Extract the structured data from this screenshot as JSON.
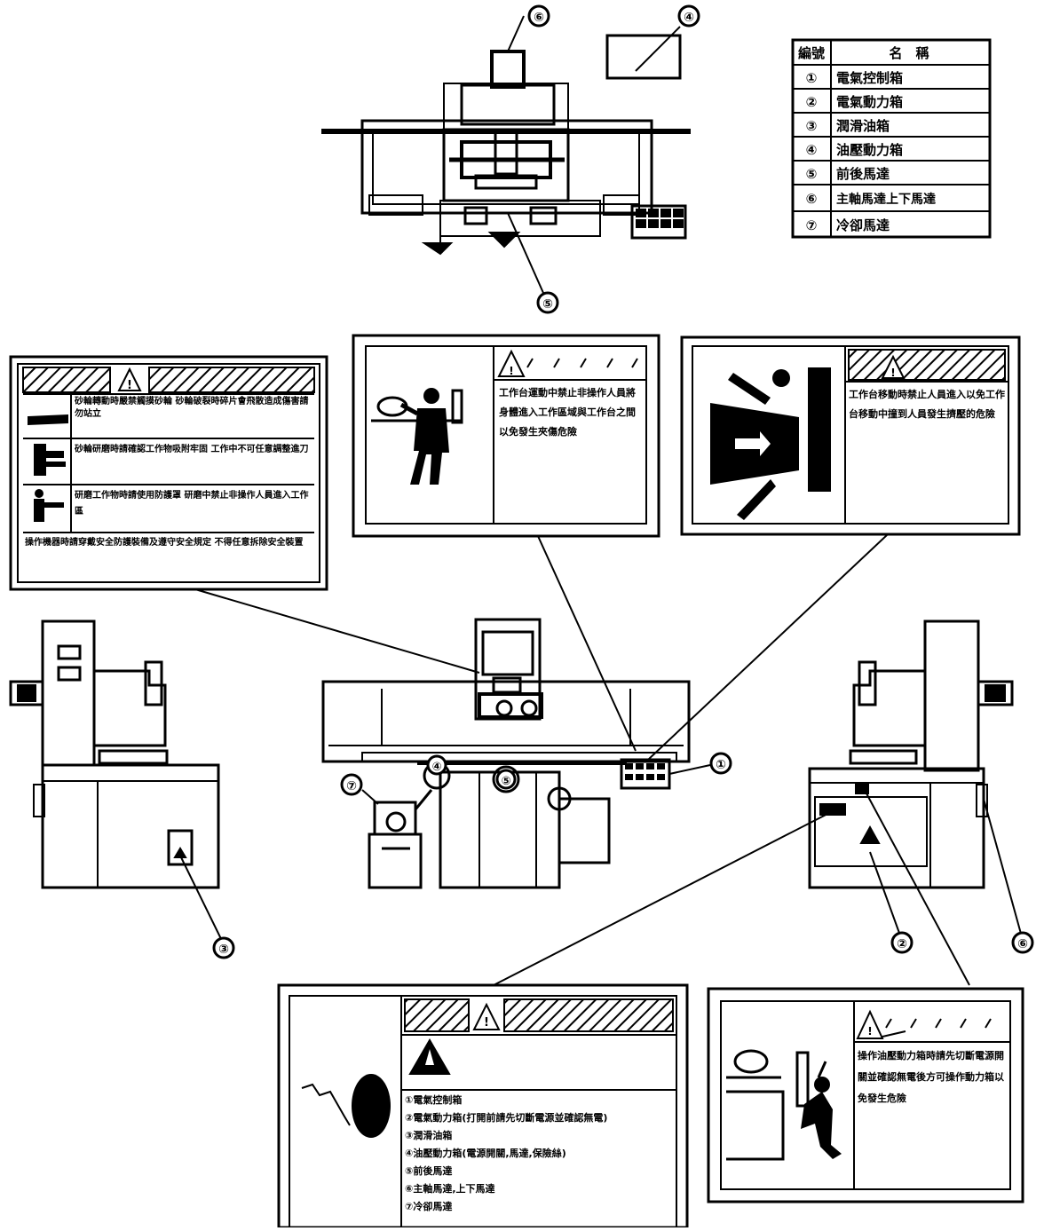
{
  "parts_table": {
    "header_no": "編號",
    "header_name": "名　稱",
    "rows": [
      {
        "no": "①",
        "name": "電氣控制箱"
      },
      {
        "no": "②",
        "name": "電氣動力箱"
      },
      {
        "no": "③",
        "name": "潤滑油箱"
      },
      {
        "no": "④",
        "name": "油壓動力箱"
      },
      {
        "no": "⑤",
        "name": "前後馬達"
      },
      {
        "no": "⑥",
        "name": "主軸馬達上下馬達"
      },
      {
        "no": "⑦",
        "name": "冷卻馬達"
      }
    ]
  },
  "callouts": {
    "c1": "①",
    "c2": "②",
    "c3": "③",
    "c4": "④",
    "c5": "⑤",
    "c6": "⑥",
    "c7": "⑦",
    "top_c6": "⑥",
    "top_c4": "④",
    "top_c5": "⑤",
    "front_c4": "④",
    "front_c5": "⑤"
  },
  "labels": {
    "warn_triangle": "!",
    "label_a": {
      "row1": "砂輪轉動時嚴禁觸摸砂輪 砂輪破裂時碎片會飛散造成傷害請勿站立",
      "row2": "砂輪研磨時請確認工作物吸附牢固 工作中不可任意調整進刀",
      "row3": "研磨工作物時請使用防護罩 研磨中禁止非操作人員進入工作區",
      "footer": "操作機器時請穿戴安全防護裝備及遵守安全規定 不得任意拆除安全裝置"
    },
    "label_b": {
      "text": "工作台運動中禁止非操作人員將身體進入工作區域與工作台之間以免發生夾傷危險"
    },
    "label_c": {
      "text": "工作台移動時禁止人員進入以免工作台移動中撞到人員發生擠壓的危險"
    },
    "label_d": {
      "list": [
        "①電氣控制箱",
        "②電氣動力箱(打開前請先切斷電源並確認無電)",
        "③潤滑油箱",
        "④油壓動力箱(電源開關,馬達,保險絲)",
        "⑤前後馬達",
        "⑥主軸馬達,上下馬達",
        "⑦冷卻馬達"
      ]
    },
    "label_e": {
      "text": "操作油壓動力箱時請先切斷電源開關並確認無電後方可操作動力箱以免發生危險"
    }
  }
}
